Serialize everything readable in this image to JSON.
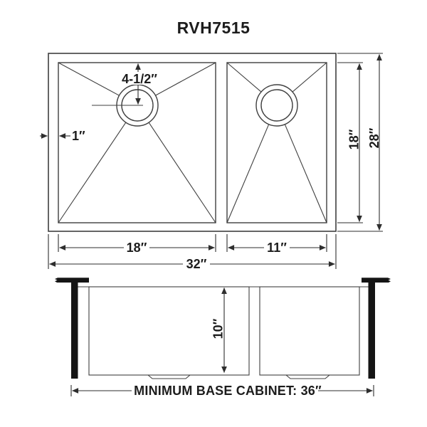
{
  "title": "RVH7515",
  "colors": {
    "background": "#ffffff",
    "line": "#3f3f3f",
    "dimension": "#2e2e2e",
    "text": "#1c1c1c",
    "solid_fill": "#151515"
  },
  "top_view": {
    "labels": {
      "drain_diameter": "4-1/2″",
      "rim_offset": "1″",
      "left_bowl_width": "18″",
      "right_bowl_width": "11″",
      "overall_width": "32″",
      "bowl_front_to_back": "18″",
      "overall_front_to_back": "28″"
    }
  },
  "front_view": {
    "labels": {
      "bowl_depth": "10″",
      "base_cabinet": "MINIMUM BASE CABINET: 36″"
    }
  }
}
